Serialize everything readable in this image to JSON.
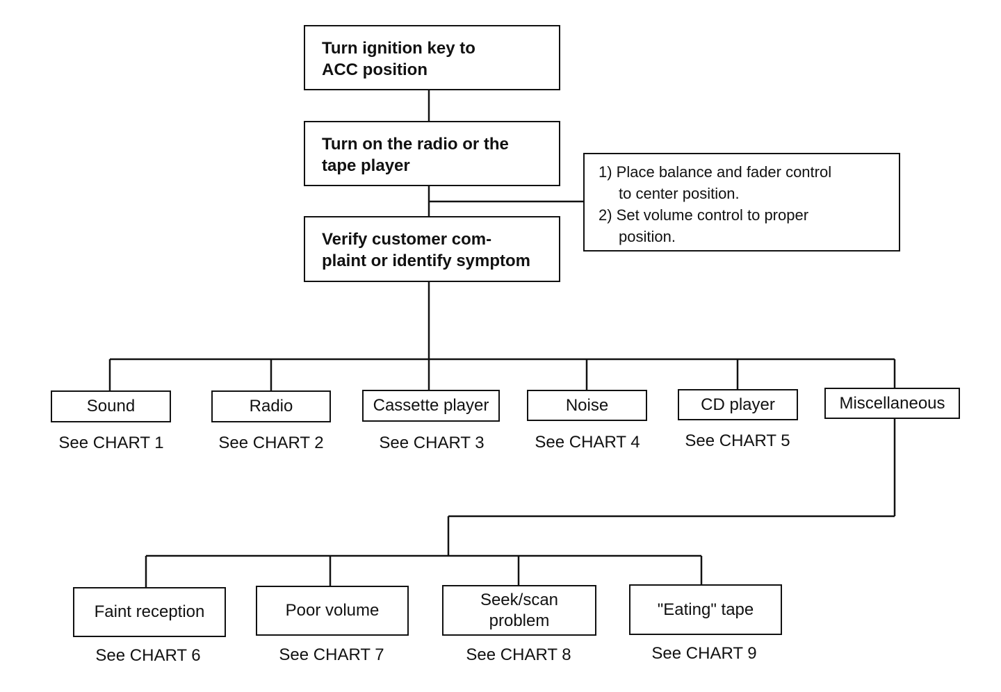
{
  "steps": [
    {
      "line1": "Turn ignition key to",
      "line2": "ACC position"
    },
    {
      "line1": "Turn on the radio or the",
      "line2": "tape player"
    },
    {
      "line1": "Verify customer com-",
      "line2": "plaint  or identify symptom"
    }
  ],
  "note": {
    "item1_line1": "1) Place balance and fader control",
    "item1_line2": "to center position.",
    "item2_line1": "2) Set volume control to proper",
    "item2_line2": "position."
  },
  "categories": [
    {
      "label": "Sound",
      "ref": "See CHART 1"
    },
    {
      "label": "Radio",
      "ref": "See CHART 2"
    },
    {
      "label": "Cassette player",
      "ref": "See CHART 3"
    },
    {
      "label": "Noise",
      "ref": "See CHART 4"
    },
    {
      "label": "CD player",
      "ref": "See CHART 5"
    },
    {
      "label": "Miscellaneous",
      "ref": ""
    }
  ],
  "misc_items": [
    {
      "line1": "Faint reception",
      "line2": "",
      "ref": "See CHART 6"
    },
    {
      "line1": "Poor volume",
      "line2": "",
      "ref": "See CHART 7"
    },
    {
      "line1": "Seek/scan",
      "line2": "problem",
      "ref": "See CHART 8"
    },
    {
      "line1": "\"Eating\" tape",
      "line2": "",
      "ref": "See CHART 9"
    }
  ]
}
